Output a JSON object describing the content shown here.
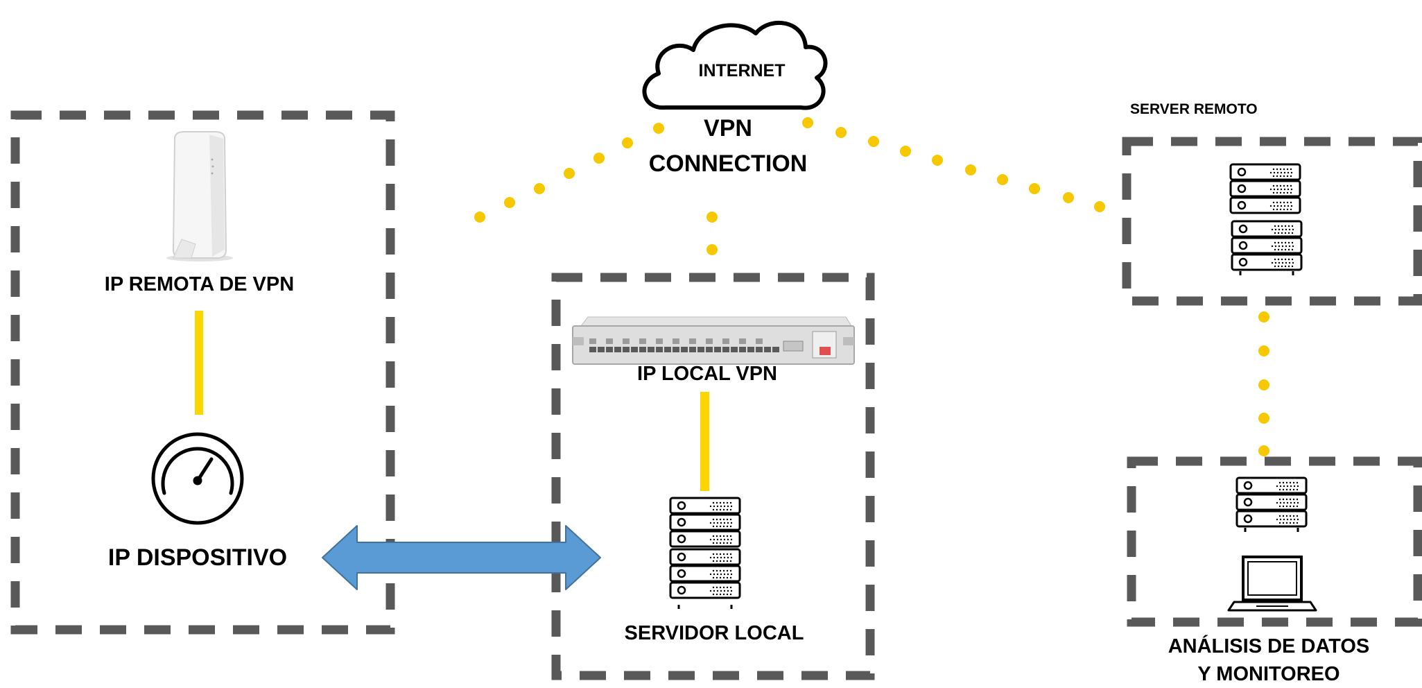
{
  "labels": {
    "internet": "INTERNET",
    "vpn_line1": "VPN",
    "vpn_line2": "CONNECTION",
    "server_remoto": "SERVER REMOTO",
    "ip_remota": "IP REMOTA DE VPN",
    "ip_dispositivo": "IP DISPOSITIVO",
    "ip_local_vpn": "IP LOCAL VPN",
    "servidor_local": "SERVIDOR LOCAL",
    "analisis_line1": "ANÁLISIS DE DATOS",
    "analisis_line2": "Y MONITOREO"
  },
  "colors": {
    "dashed_border": "#595959",
    "link_yellow": "#FFD500",
    "dot_yellow": "#F5C800",
    "arrow_fill": "#5B9BD5",
    "arrow_stroke": "#41719C"
  },
  "icons": {
    "cloud": "cloud-icon",
    "router": "wireless-access-point-icon",
    "gauge": "gauge-icon",
    "rack_router": "rack-router-icon",
    "server": "server-rack-icon",
    "laptop": "laptop-icon",
    "arrow": "double-arrow-icon"
  }
}
